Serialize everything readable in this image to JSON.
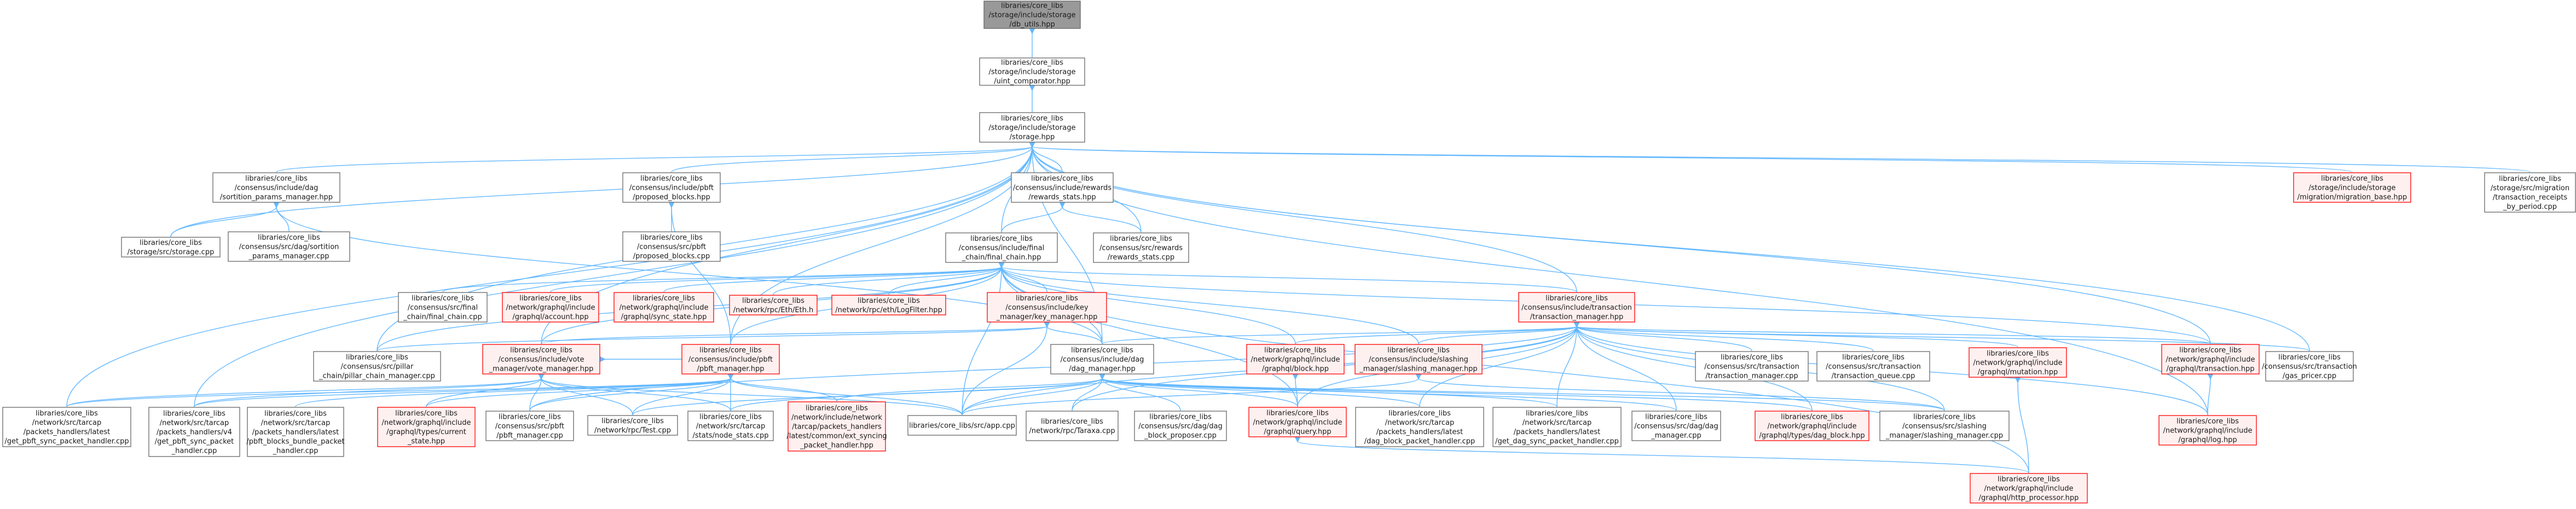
{
  "colors": {
    "edge": "#63b8ff",
    "node_border": "#666666",
    "node_border_linked_missing": "#ff0000",
    "node_fill_root": "#999999",
    "node_fill": "#ffffff",
    "node_fill_missing": "#fff0f0"
  },
  "nodes": [
    {
      "id": "n0",
      "label": [
        "libraries/core_libs",
        "/storage/include/storage",
        "/db_utils.hpp"
      ],
      "style": "root"
    },
    {
      "id": "n1",
      "label": [
        "libraries/core_libs",
        "/storage/include/storage",
        "/uint_comparator.hpp"
      ],
      "style": "normal"
    },
    {
      "id": "n2",
      "label": [
        "libraries/core_libs",
        "/storage/include/storage",
        "/storage.hpp"
      ],
      "style": "normal"
    },
    {
      "id": "n3",
      "label": [
        "libraries/core_libs",
        "/consensus/include/dag",
        "/sortition_params_manager.hpp"
      ],
      "style": "normal"
    },
    {
      "id": "n4",
      "label": [
        "libraries/core_libs",
        "/consensus/include/pbft",
        "/proposed_blocks.hpp"
      ],
      "style": "normal"
    },
    {
      "id": "n5",
      "label": [
        "libraries/core_libs",
        "/consensus/include/rewards",
        "/rewards_stats.hpp"
      ],
      "style": "normal"
    },
    {
      "id": "n6",
      "label": [
        "libraries/core_libs",
        "/storage/include/storage",
        "/migration/migration_base.hpp"
      ],
      "style": "missing"
    },
    {
      "id": "n7",
      "label": [
        "libraries/core_libs",
        "/storage/src/migration",
        "/transaction_receipts",
        "_by_period.cpp"
      ],
      "style": "normal"
    },
    {
      "id": "n8",
      "label": [
        "libraries/core_libs",
        "/storage/src/storage.cpp"
      ],
      "style": "normal"
    },
    {
      "id": "n9",
      "label": [
        "libraries/core_libs",
        "/consensus/src/dag/sortition",
        "_params_manager.cpp"
      ],
      "style": "normal"
    },
    {
      "id": "n10",
      "label": [
        "libraries/core_libs",
        "/consensus/src/pbft",
        "/proposed_blocks.cpp"
      ],
      "style": "normal"
    },
    {
      "id": "n11",
      "label": [
        "libraries/core_libs",
        "/consensus/include/final",
        "_chain/final_chain.hpp"
      ],
      "style": "normal"
    },
    {
      "id": "n12",
      "label": [
        "libraries/core_libs",
        "/consensus/src/rewards",
        "/rewards_stats.cpp"
      ],
      "style": "normal"
    },
    {
      "id": "n13",
      "label": [
        "libraries/core_libs",
        "/consensus/src/final",
        "_chain/final_chain.cpp"
      ],
      "style": "normal"
    },
    {
      "id": "n14",
      "label": [
        "libraries/core_libs",
        "/network/graphql/include",
        "/graphql/account.hpp"
      ],
      "style": "missing"
    },
    {
      "id": "n15",
      "label": [
        "libraries/core_libs",
        "/network/graphql/include",
        "/graphql/sync_state.hpp"
      ],
      "style": "missing"
    },
    {
      "id": "n16",
      "label": [
        "libraries/core_libs",
        "/network/rpc/Eth/Eth.h"
      ],
      "style": "missing"
    },
    {
      "id": "n17",
      "label": [
        "libraries/core_libs",
        "/network/rpc/eth/LogFilter.hpp"
      ],
      "style": "missing"
    },
    {
      "id": "n18",
      "label": [
        "libraries/core_libs",
        "/consensus/include/key",
        "_manager/key_manager.hpp"
      ],
      "style": "missing"
    },
    {
      "id": "n19",
      "label": [
        "libraries/core_libs",
        "/consensus/include/transaction",
        "/transaction_manager.hpp"
      ],
      "style": "missing"
    },
    {
      "id": "n20",
      "label": [
        "libraries/core_libs",
        "/consensus/src/pillar",
        "_chain/pillar_chain_manager.cpp"
      ],
      "style": "normal"
    },
    {
      "id": "n21",
      "label": [
        "libraries/core_libs",
        "/consensus/include/vote",
        "_manager/vote_manager.hpp"
      ],
      "style": "missing"
    },
    {
      "id": "n22",
      "label": [
        "libraries/core_libs",
        "/consensus/include/pbft",
        "/pbft_manager.hpp"
      ],
      "style": "missing"
    },
    {
      "id": "n23",
      "label": [
        "libraries/core_libs",
        "/consensus/include/dag",
        "/dag_manager.hpp"
      ],
      "style": "normal"
    },
    {
      "id": "n24",
      "label": [
        "libraries/core_libs",
        "/network/graphql/include",
        "/graphql/block.hpp"
      ],
      "style": "missing"
    },
    {
      "id": "n25",
      "label": [
        "libraries/core_libs",
        "/consensus/include/slashing",
        "_manager/slashing_manager.hpp"
      ],
      "style": "missing"
    },
    {
      "id": "n26",
      "label": [
        "libraries/core_libs",
        "/consensus/src/transaction",
        "/transaction_manager.cpp"
      ],
      "style": "normal"
    },
    {
      "id": "n27",
      "label": [
        "libraries/core_libs",
        "/consensus/src/transaction",
        "/transaction_queue.cpp"
      ],
      "style": "normal"
    },
    {
      "id": "n28",
      "label": [
        "libraries/core_libs",
        "/network/graphql/include",
        "/graphql/mutation.hpp"
      ],
      "style": "missing"
    },
    {
      "id": "n29",
      "label": [
        "libraries/core_libs",
        "/network/graphql/include",
        "/graphql/transaction.hpp"
      ],
      "style": "missing"
    },
    {
      "id": "n30",
      "label": [
        "libraries/core_libs",
        "/consensus/src/transaction",
        "/gas_pricer.cpp"
      ],
      "style": "normal"
    },
    {
      "id": "n31",
      "label": [
        "libraries/core_libs",
        "/network/src/tarcap",
        "/packets_handlers/latest",
        "/get_pbft_sync_packet_handler.cpp"
      ],
      "style": "normal"
    },
    {
      "id": "n32",
      "label": [
        "libraries/core_libs",
        "/network/src/tarcap",
        "/packets_handlers/v4",
        "/get_pbft_sync_packet",
        "_handler.cpp"
      ],
      "style": "normal"
    },
    {
      "id": "n33",
      "label": [
        "libraries/core_libs",
        "/network/src/tarcap",
        "/packets_handlers/latest",
        "/pbft_blocks_bundle_packet",
        "_handler.cpp"
      ],
      "style": "normal"
    },
    {
      "id": "n34",
      "label": [
        "libraries/core_libs",
        "/network/graphql/include",
        "/graphql/types/current",
        "_state.hpp"
      ],
      "style": "missing"
    },
    {
      "id": "n35",
      "label": [
        "libraries/core_libs",
        "/consensus/src/pbft",
        "/pbft_manager.cpp"
      ],
      "style": "normal"
    },
    {
      "id": "n36",
      "label": [
        "libraries/core_libs",
        "/network/rpc/Test.cpp"
      ],
      "style": "normal"
    },
    {
      "id": "n37",
      "label": [
        "libraries/core_libs",
        "/network/src/tarcap",
        "/stats/node_stats.cpp"
      ],
      "style": "normal"
    },
    {
      "id": "n38",
      "label": [
        "libraries/core_libs",
        "/network/include/network",
        "/tarcap/packets_handlers",
        "/latest/common/ext_syncing",
        "_packet_handler.hpp"
      ],
      "style": "missing"
    },
    {
      "id": "n39",
      "label": [
        "libraries/core_libs/src/app.cpp"
      ],
      "style": "normal"
    },
    {
      "id": "n40",
      "label": [
        "libraries/core_libs",
        "/network/rpc/Taraxa.cpp"
      ],
      "style": "normal"
    },
    {
      "id": "n41",
      "label": [
        "libraries/core_libs",
        "/consensus/src/dag/dag",
        "_block_proposer.cpp"
      ],
      "style": "normal"
    },
    {
      "id": "n42",
      "label": [
        "libraries/core_libs",
        "/network/graphql/include",
        "/graphql/query.hpp"
      ],
      "style": "missing"
    },
    {
      "id": "n43",
      "label": [
        "libraries/core_libs",
        "/network/src/tarcap",
        "/packets_handlers/latest",
        "/dag_block_packet_handler.cpp"
      ],
      "style": "normal"
    },
    {
      "id": "n44",
      "label": [
        "libraries/core_libs",
        "/network/src/tarcap",
        "/packets_handlers/latest",
        "/get_dag_sync_packet_handler.cpp"
      ],
      "style": "normal"
    },
    {
      "id": "n45",
      "label": [
        "libraries/core_libs",
        "/consensus/src/dag/dag",
        "_manager.cpp"
      ],
      "style": "normal"
    },
    {
      "id": "n46",
      "label": [
        "libraries/core_libs",
        "/network/graphql/include",
        "/graphql/types/dag_block.hpp"
      ],
      "style": "missing"
    },
    {
      "id": "n47",
      "label": [
        "libraries/core_libs",
        "/consensus/src/slashing",
        "_manager/slashing_manager.cpp"
      ],
      "style": "normal"
    },
    {
      "id": "n48",
      "label": [
        "libraries/core_libs",
        "/network/graphql/include",
        "/graphql/log.hpp"
      ],
      "style": "missing"
    },
    {
      "id": "n49",
      "label": [
        "libraries/core_libs",
        "/network/graphql/include",
        "/graphql/http_processor.hpp"
      ],
      "style": "missing"
    }
  ],
  "edges": [
    [
      "n0",
      "n1"
    ],
    [
      "n1",
      "n2"
    ],
    [
      "n2",
      "n3"
    ],
    [
      "n2",
      "n4"
    ],
    [
      "n2",
      "n5"
    ],
    [
      "n2",
      "n6"
    ],
    [
      "n2",
      "n7"
    ],
    [
      "n2",
      "n8"
    ],
    [
      "n2",
      "n11"
    ],
    [
      "n2",
      "n12"
    ],
    [
      "n2",
      "n19"
    ],
    [
      "n2",
      "n20"
    ],
    [
      "n2",
      "n21"
    ],
    [
      "n2",
      "n22"
    ],
    [
      "n2",
      "n23"
    ],
    [
      "n2",
      "n31"
    ],
    [
      "n2",
      "n32"
    ],
    [
      "n2",
      "n30"
    ],
    [
      "n2",
      "n29"
    ],
    [
      "n2",
      "n48"
    ],
    [
      "n3",
      "n8"
    ],
    [
      "n3",
      "n9"
    ],
    [
      "n3",
      "n23"
    ],
    [
      "n4",
      "n10"
    ],
    [
      "n4",
      "n22"
    ],
    [
      "n5",
      "n12"
    ],
    [
      "n5",
      "n11"
    ],
    [
      "n11",
      "n13"
    ],
    [
      "n11",
      "n14"
    ],
    [
      "n11",
      "n15"
    ],
    [
      "n11",
      "n16"
    ],
    [
      "n11",
      "n17"
    ],
    [
      "n11",
      "n18"
    ],
    [
      "n11",
      "n19"
    ],
    [
      "n11",
      "n20"
    ],
    [
      "n11",
      "n21"
    ],
    [
      "n11",
      "n22"
    ],
    [
      "n11",
      "n23"
    ],
    [
      "n11",
      "n24"
    ],
    [
      "n11",
      "n25"
    ],
    [
      "n11",
      "n29"
    ],
    [
      "n11",
      "n39"
    ],
    [
      "n11",
      "n42"
    ],
    [
      "n11",
      "n49"
    ],
    [
      "n18",
      "n20"
    ],
    [
      "n18",
      "n21"
    ],
    [
      "n18",
      "n23"
    ],
    [
      "n18",
      "n39"
    ],
    [
      "n19",
      "n23"
    ],
    [
      "n19",
      "n24"
    ],
    [
      "n19",
      "n25"
    ],
    [
      "n19",
      "n26"
    ],
    [
      "n19",
      "n27"
    ],
    [
      "n19",
      "n28"
    ],
    [
      "n19",
      "n29"
    ],
    [
      "n19",
      "n30"
    ],
    [
      "n19",
      "n35"
    ],
    [
      "n19",
      "n39"
    ],
    [
      "n19",
      "n40"
    ],
    [
      "n19",
      "n42"
    ],
    [
      "n19",
      "n43"
    ],
    [
      "n19",
      "n44"
    ],
    [
      "n19",
      "n45"
    ],
    [
      "n19",
      "n46"
    ],
    [
      "n19",
      "n47"
    ],
    [
      "n19",
      "n48"
    ],
    [
      "n21",
      "n31"
    ],
    [
      "n21",
      "n32"
    ],
    [
      "n21",
      "n34"
    ],
    [
      "n21",
      "n35"
    ],
    [
      "n21",
      "n36"
    ],
    [
      "n21",
      "n37"
    ],
    [
      "n21",
      "n39"
    ],
    [
      "n21",
      "n22"
    ],
    [
      "n22",
      "n31"
    ],
    [
      "n22",
      "n32"
    ],
    [
      "n22",
      "n33"
    ],
    [
      "n22",
      "n34"
    ],
    [
      "n22",
      "n35"
    ],
    [
      "n22",
      "n36"
    ],
    [
      "n22",
      "n37"
    ],
    [
      "n22",
      "n38"
    ],
    [
      "n22",
      "n39"
    ],
    [
      "n23",
      "n36"
    ],
    [
      "n23",
      "n37"
    ],
    [
      "n23",
      "n38"
    ],
    [
      "n23",
      "n39"
    ],
    [
      "n23",
      "n40"
    ],
    [
      "n23",
      "n41"
    ],
    [
      "n23",
      "n42"
    ],
    [
      "n23",
      "n43"
    ],
    [
      "n23",
      "n44"
    ],
    [
      "n23",
      "n45"
    ],
    [
      "n23",
      "n46"
    ],
    [
      "n23",
      "n47"
    ],
    [
      "n24",
      "n42"
    ],
    [
      "n25",
      "n39"
    ],
    [
      "n25",
      "n47"
    ],
    [
      "n28",
      "n49"
    ],
    [
      "n29",
      "n48"
    ],
    [
      "n42",
      "n49"
    ]
  ]
}
